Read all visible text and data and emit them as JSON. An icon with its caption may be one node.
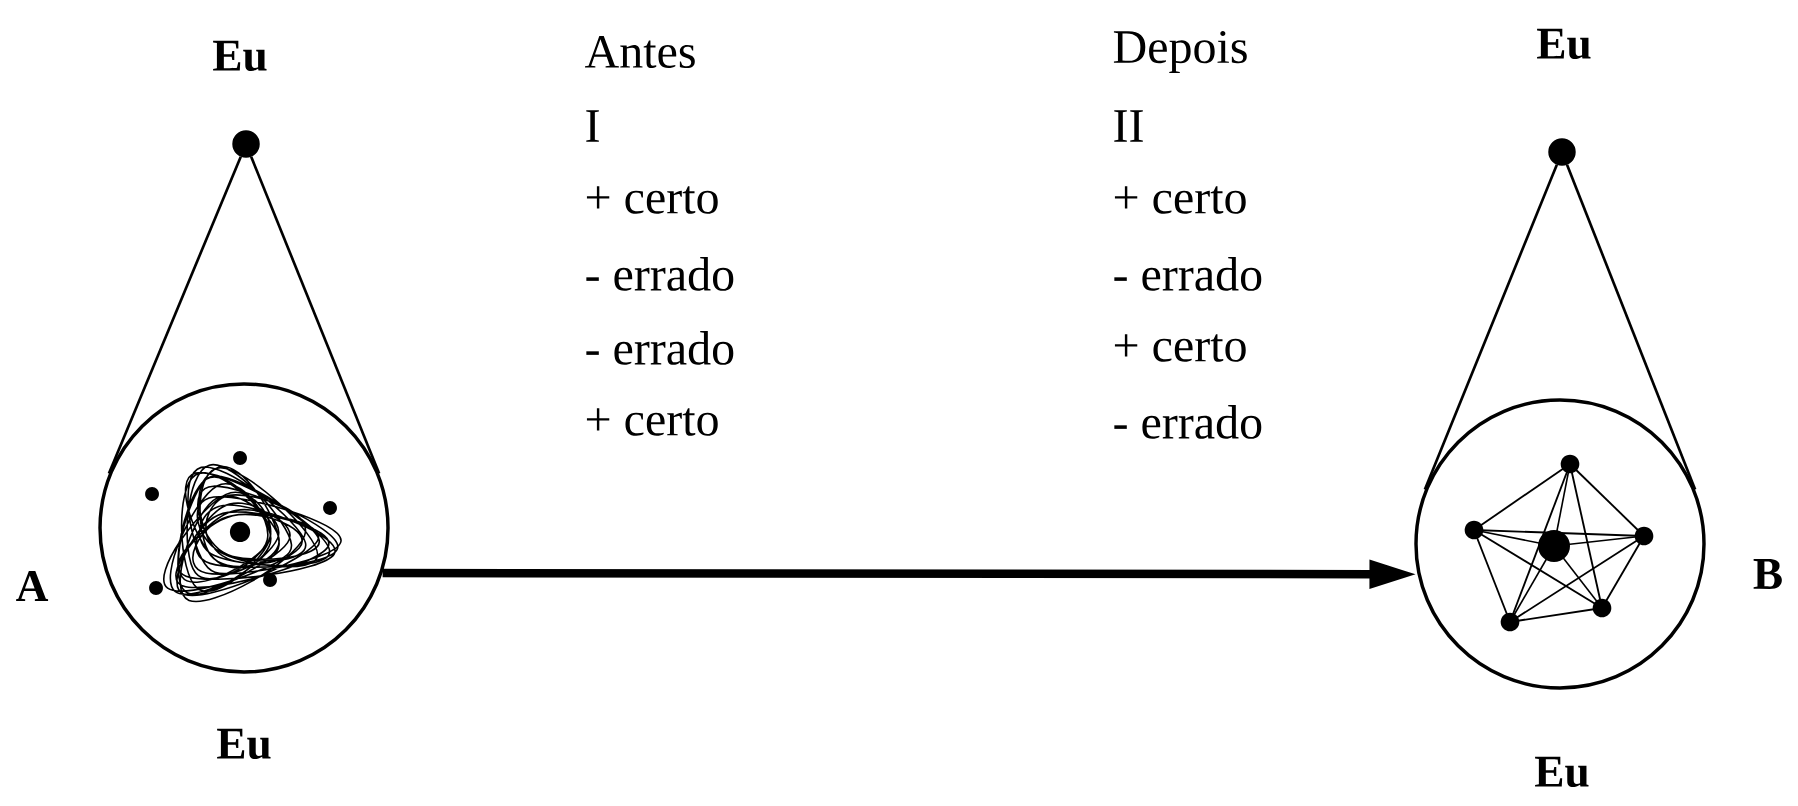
{
  "diagram": {
    "nodes": [
      {
        "text": [],
        "shape": "circle",
        "beside": [
          "Eu"
        ]
      },
      {
        "text": [],
        "shape": "circle",
        "beside": [
          "A",
          "Eu"
        ]
      },
      {
        "text": [],
        "shape": "circle",
        "beside": [
          "Eu"
        ]
      },
      {
        "text": [],
        "shape": "circle",
        "beside": [
          "B",
          "Eu"
        ]
      }
    ],
    "edges": [
      {
        "from": 0,
        "to": 1,
        "arrow": "none"
      },
      {
        "from": 0,
        "to": 1,
        "arrow": "none"
      },
      {
        "from": 2,
        "to": 3,
        "arrow": "none"
      },
      {
        "from": 2,
        "to": 3,
        "arrow": "none"
      },
      {
        "from": 1,
        "to": 3,
        "arrow": "to",
        "style": "thick"
      }
    ],
    "labels": [
      "Antes",
      "Depois",
      "I",
      "II",
      "+ certo",
      "+ certo",
      "- errado",
      "- errado",
      "- errado",
      "+ certo",
      "+ certo",
      "- errado"
    ]
  }
}
